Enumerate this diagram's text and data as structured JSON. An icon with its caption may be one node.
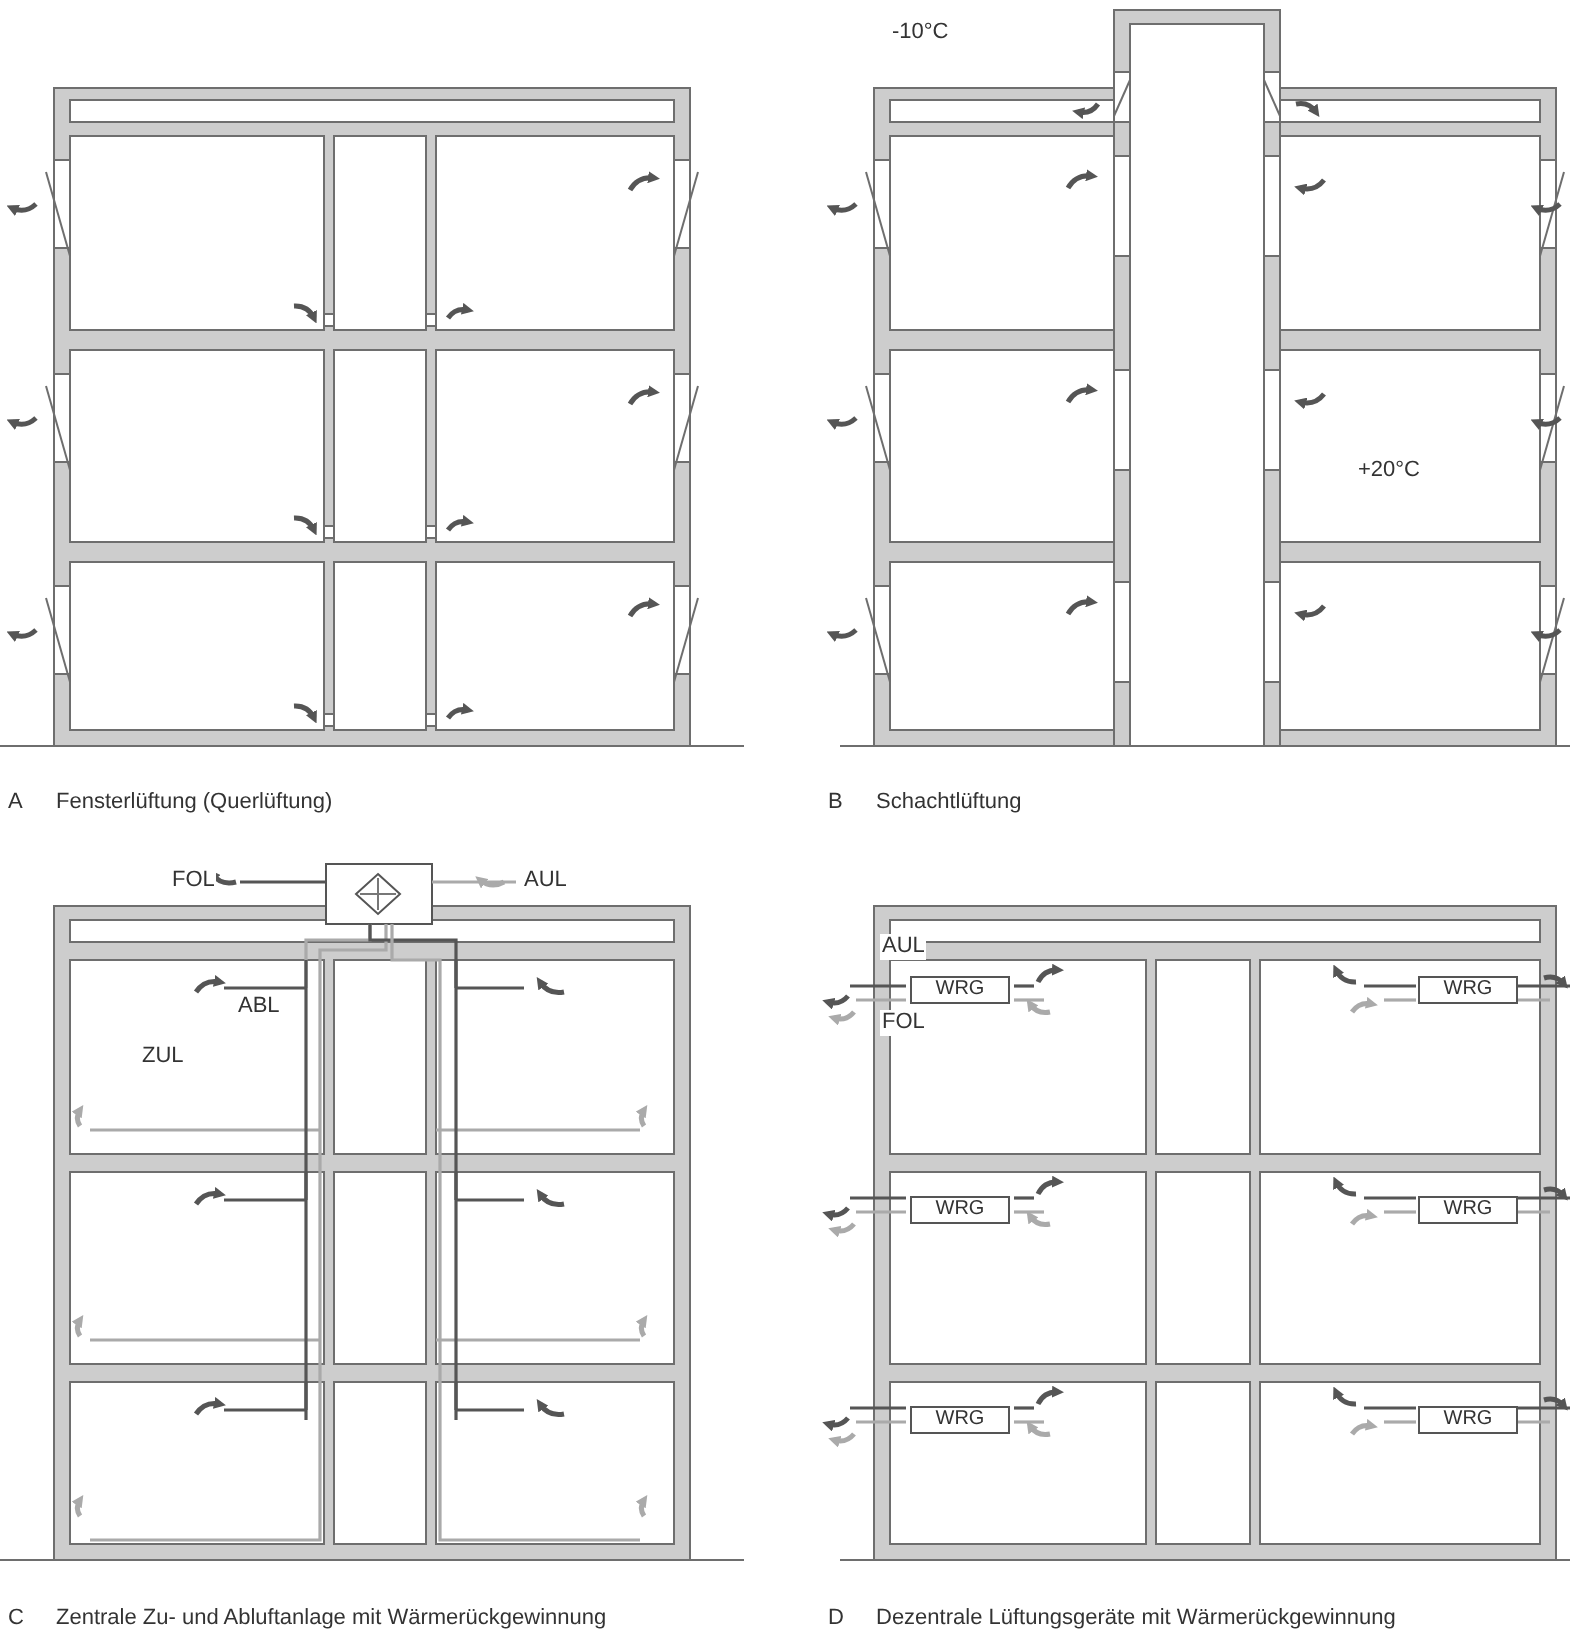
{
  "diagram": {
    "nodes": [
      {
        "text": [
          "WRG"
        ]
      },
      {
        "text": [
          "WRG"
        ]
      },
      {
        "text": [
          "WRG"
        ]
      },
      {
        "text": [
          "WRG"
        ]
      },
      {
        "text": [
          "WRG"
        ]
      },
      {
        "text": [
          "WRG"
        ]
      }
    ],
    "labels": [
      "-10°C",
      "+20°C",
      "A",
      "Fensterlüftung (Querlüftung)",
      "B",
      "Schachtlüftung",
      "FOL",
      "AUL",
      "AUL",
      "ABL",
      "FOL",
      "ZUL",
      "C",
      "Zentrale Zu- und Abluftanlage mit Wärmerückgewinnung",
      "D",
      "Dezentrale Lüftungsgeräte mit Wärmerückgewinnung"
    ]
  }
}
